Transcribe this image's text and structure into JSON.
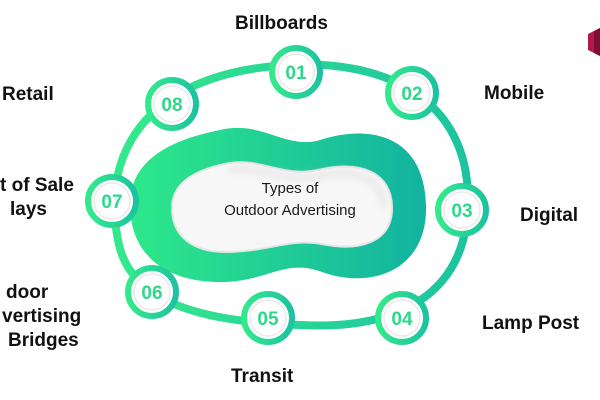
{
  "center": {
    "line1": "Types of",
    "line2": "Outdoor Advertising"
  },
  "steps": [
    {
      "number": "01",
      "label_lines": [
        "Billboards"
      ]
    },
    {
      "number": "02",
      "label_lines": [
        "Mobile"
      ]
    },
    {
      "number": "03",
      "label_lines": [
        "Digital"
      ]
    },
    {
      "number": "04",
      "label_lines": [
        "Lamp Post"
      ]
    },
    {
      "number": "05",
      "label_lines": [
        "Transit"
      ]
    },
    {
      "number": "06",
      "label_lines": [
        "door",
        "vertising",
        "Bridges"
      ]
    },
    {
      "number": "07",
      "label_lines": [
        "t of Sale",
        "lays"
      ]
    },
    {
      "number": "08",
      "label_lines": [
        "Retail"
      ]
    }
  ],
  "colors": {
    "gradient_start": "#2ee88a",
    "gradient_end": "#12b3a0",
    "number_text": "#2ed889",
    "label_text": "#111111",
    "logo": "#b0194a"
  },
  "icons": {
    "corner": "hexagon-logo-icon"
  }
}
